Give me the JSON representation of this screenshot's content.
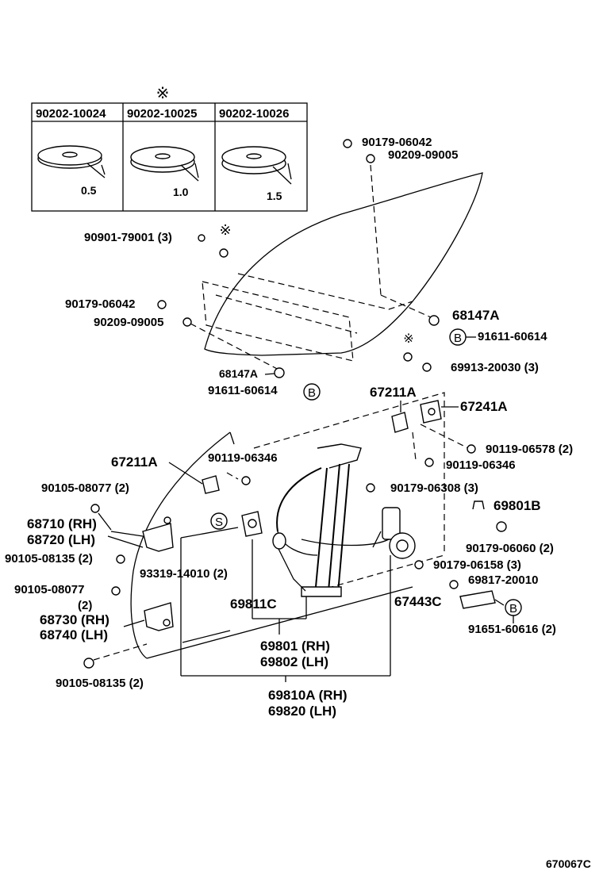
{
  "diagram_id": "670067C",
  "reference_mark": "※",
  "washer_table": {
    "columns": [
      {
        "part": "90202-10024",
        "thickness": "0.5"
      },
      {
        "part": "90202-10025",
        "thickness": "1.0"
      },
      {
        "part": "90202-10026",
        "thickness": "1.5"
      }
    ]
  },
  "labels": {
    "p90179_06042_top": "90179-06042",
    "p90209_09005_top": "90209-09005",
    "p90901_79001": "90901-79001 (3)",
    "p90179_06042_left": "90179-06042",
    "p90209_09005_left": "90209-09005",
    "p68147A_right": "68147A",
    "p91611_60614_right": "91611-60614",
    "p69913_20030": "69913-20030 (3)",
    "p68147A_left": "68147A",
    "p91611_60614_left": "91611-60614",
    "p67211A_right": "67211A",
    "p67241A": "67241A",
    "p90119_06578": "90119-06578 (2)",
    "p90119_06346_right": "90119-06346",
    "p67211A_left": "67211A",
    "p90119_06346_left": "90119-06346",
    "p90105_08077_top": "90105-08077 (2)",
    "p90179_06308": "90179-06308 (3)",
    "p69801B": "69801B",
    "p68710": "68710 (RH)",
    "p68720": "68720 (LH)",
    "p90179_06060": "90179-06060 (2)",
    "p90105_08135_top": "90105-08135 (2)",
    "p90179_06158": "90179-06158 (3)",
    "p93319_14010": "93319-14010 (2)",
    "p69817_20010": "69817-20010",
    "p90105_08077_mid": "90105-08077",
    "p90105_08077_mid_qty": "(2)",
    "p69811C": "69811C",
    "p67443C": "67443C",
    "p68730": "68730 (RH)",
    "p68740": "68740 (LH)",
    "p91651_60616": "91651-60616 (2)",
    "p69801": "69801 (RH)",
    "p69802": "69802 (LH)",
    "p90105_08135_bot": "90105-08135 (2)",
    "p69810A": "69810A (RH)",
    "p69820": "69820   (LH)"
  },
  "callouts": {
    "B": "B",
    "S": "S"
  }
}
